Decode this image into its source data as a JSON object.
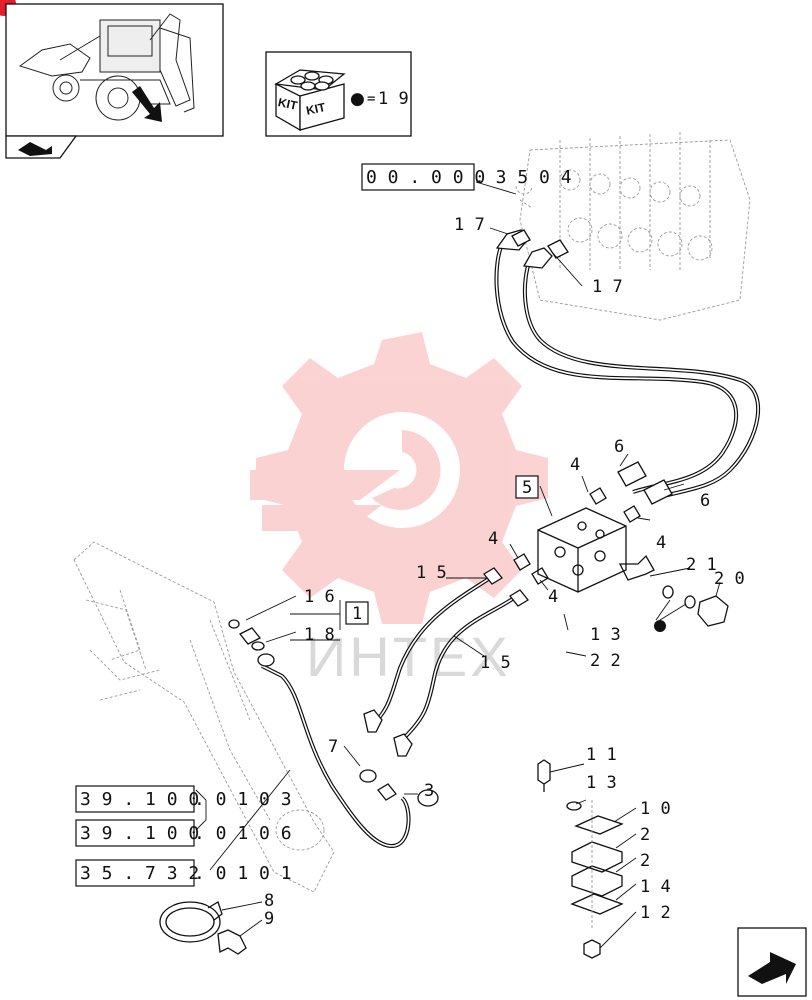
{
  "kit": {
    "label_left": "KIT",
    "label_right": "KIT",
    "bullet": "●",
    "equals": "=",
    "qty": "1 9"
  },
  "refs": {
    "r1_box": "0 0 . 0 0 0",
    "r1_suffix": ". 3 5   0 4",
    "r2_box": "3 9 . 1 0 0",
    "r2_suffix": ". 0 1 0 3",
    "r3_box": "3 9 . 1 0 0",
    "r3_suffix": ". 0 1 0 6",
    "r4_box": "3 5 . 7 3 2",
    "r4_suffix": ". 0 1 0 1"
  },
  "callouts": {
    "c1": "1",
    "c5": "5",
    "p17a": "1 7",
    "p17b": "1 7",
    "p6a": "6",
    "p6b": "6",
    "p4a": "4",
    "p4b": "4",
    "p4c": "4",
    "p4d": "4",
    "p15a": "1 5",
    "p15b": "1 5",
    "p21": "2 1",
    "p20": "2 0",
    "p16": "1 6",
    "p18": "1 8",
    "p13a": "1 3",
    "p22": "2 2",
    "p7": "7",
    "p3": "3",
    "p11": "1 1",
    "p13b": "1 3",
    "p10": "1 0",
    "p2a": "2",
    "p2b": "2",
    "p14": "1 4",
    "p12": "1 2",
    "p8": "8",
    "p9": "9"
  },
  "watermark": {
    "text": "ИНТЕХ",
    "color": "#f26d6d"
  },
  "colors": {
    "ink": "#111111",
    "ghost": "#9a9a9a",
    "badge": "#e0202a"
  },
  "icons": {
    "thumbnail": "backhoe-loader-icon",
    "section": "section-arrow-icon",
    "next": "next-page-arrow-icon"
  }
}
